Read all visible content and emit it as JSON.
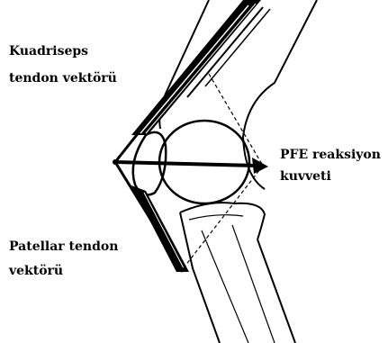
{
  "labels": {
    "quadriceps_line1": "Kuadriseps",
    "quadriceps_line2": "tendon vektörü",
    "pfe_line1": "PFE reaksiyon",
    "pfe_line2": "kuvveti",
    "patellar_line1": "Patellar tendon",
    "patellar_line2": "vektörü"
  },
  "colors": {
    "ink": "#000000",
    "background": "#ffffff"
  }
}
